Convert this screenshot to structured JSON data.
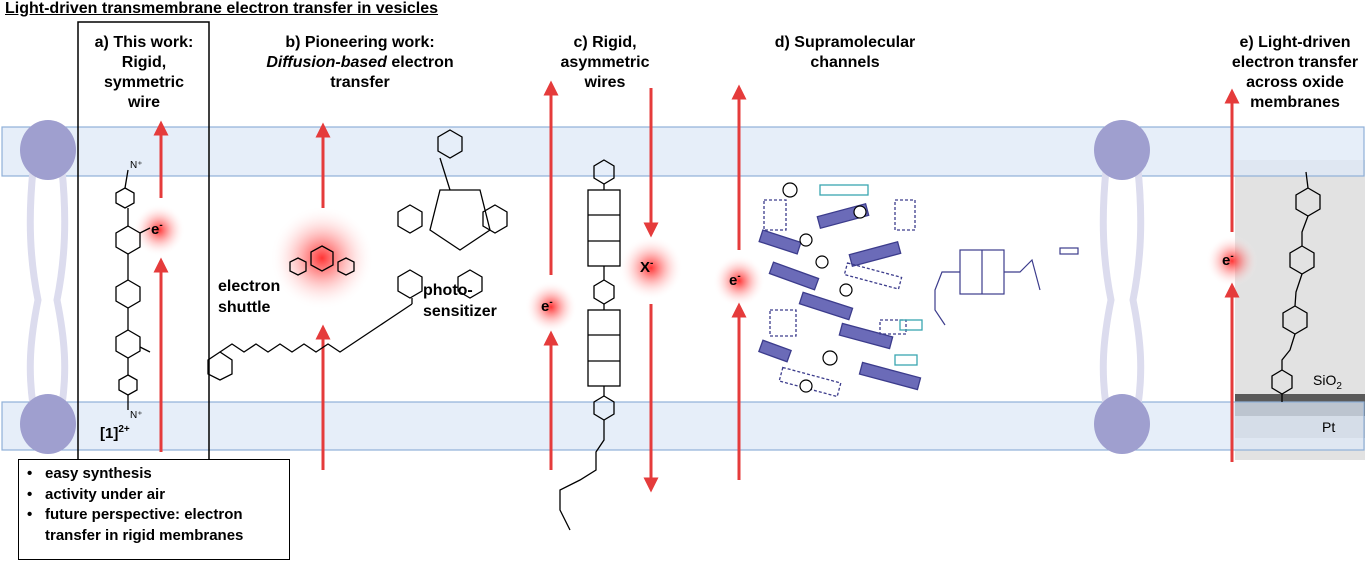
{
  "title": "Light-driven transmembrane electron transfer in vesicles",
  "panels": {
    "a": {
      "line1": "a) This work:",
      "line2": "Rigid,",
      "line3": "symmetric",
      "line4": "wire",
      "compound": "[1]",
      "compound_charge": "2+"
    },
    "b": {
      "line1": "b) Pioneering work:",
      "line2_italic": "Diffusion-based",
      "line2_rest": " electron",
      "line3": "transfer",
      "shuttle_line1": "electron",
      "shuttle_line2": "shuttle",
      "sensitizer_line1": "photo-",
      "sensitizer_line2": "sensitizer"
    },
    "c": {
      "line1": "c) Rigid,",
      "line2": "asymmetric",
      "line3": "wires",
      "anion": "X",
      "anion_charge": "-"
    },
    "d": {
      "line1": "d) Supramolecular",
      "line2": "channels"
    },
    "e": {
      "line1": "e) Light-driven",
      "line2": "electron transfer",
      "line3": "across oxide",
      "line4": "membranes",
      "oxide": "SiO",
      "oxide_sub": "2",
      "metal": "Pt"
    }
  },
  "electron": {
    "symbol": "e",
    "charge": "-"
  },
  "bullets": {
    "item1": "easy synthesis",
    "item2": "activity under air",
    "item3": "future perspective: electron",
    "item3_cont": "transfer in rigid membranes"
  },
  "colors": {
    "membrane_fill": "#dde8f7",
    "membrane_stroke": "#8fb0d8",
    "lipid_head": "#9f9fcf",
    "lipid_tail": "#dcdcee",
    "arrow": "#e53b3b",
    "glow": "#ff3030",
    "channel": "#3c3c8c",
    "channel_alt": "#3aa6b0",
    "oxide_box": "#e2e2e2",
    "pt_layer": "#bcbcbc",
    "siox_layer": "#5a5a5a"
  }
}
